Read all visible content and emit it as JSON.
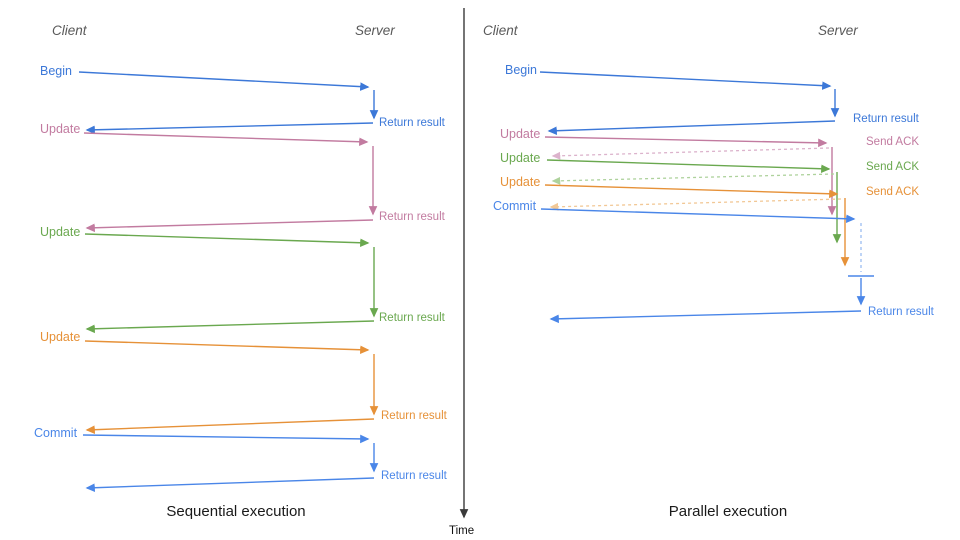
{
  "palette": {
    "begin_blue": "#3c78d8",
    "commit_blue": "#4a86e8",
    "pink": "#c27ba0",
    "green": "#6aa84f",
    "orange": "#e69138",
    "actor_gray": "#595959",
    "axis_dark": "#3a3a3a"
  },
  "time_axis": {
    "label": "Time"
  },
  "sequential": {
    "title": "Sequential execution",
    "actors": {
      "client": "Client",
      "server": "Server"
    },
    "messages": [
      {
        "request": "Begin",
        "response": "Return result",
        "color": "#3c78d8",
        "response_style": "solid"
      },
      {
        "request": "Update",
        "response": "Return result",
        "color": "#c27ba0",
        "response_style": "solid"
      },
      {
        "request": "Update",
        "response": "Return result",
        "color": "#6aa84f",
        "response_style": "solid"
      },
      {
        "request": "Update",
        "response": "Return result",
        "color": "#e69138",
        "response_style": "solid"
      },
      {
        "request": "Commit",
        "response": "Return result",
        "color": "#4a86e8",
        "response_style": "solid"
      }
    ]
  },
  "parallel": {
    "title": "Parallel execution",
    "actors": {
      "client": "Client",
      "server": "Server"
    },
    "messages": [
      {
        "request": "Begin",
        "response": "Return result",
        "color": "#3c78d8",
        "response_style": "solid"
      },
      {
        "request": "Update",
        "response": "Send ACK",
        "color": "#c27ba0",
        "response_style": "dotted"
      },
      {
        "request": "Update",
        "response": "Send ACK",
        "color": "#6aa84f",
        "response_style": "dotted"
      },
      {
        "request": "Update",
        "response": "Send ACK",
        "color": "#e69138",
        "response_style": "dotted"
      },
      {
        "request": "Commit",
        "response": "Return result",
        "color": "#4a86e8",
        "response_style": "solid"
      }
    ]
  }
}
